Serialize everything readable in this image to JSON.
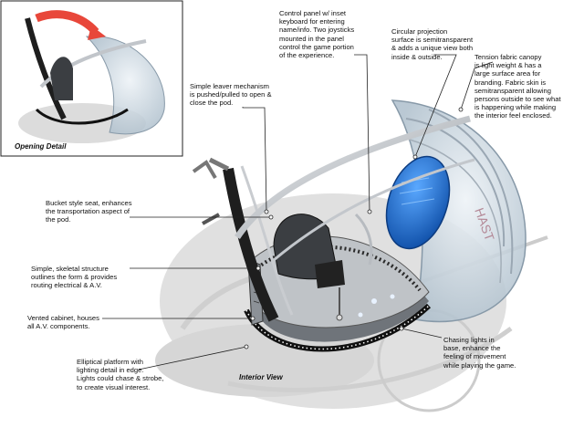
{
  "captions": {
    "opening_detail": "Opening Detail",
    "interior_view": "Interior View"
  },
  "notes": {
    "control_panel": "Control panel w/ inset\nkeyboard for entering\nname/info. Two joysticks\nmounted in the panel\ncontrol the game portion\nof the experience.",
    "lever": "Simple leaver mechanism\nis pushed/pulled to open &\nclose the pod.",
    "projection": "Circular projection\nsurface is semitransparent\n& adds a unique view both\ninside & outside.",
    "canopy": "Tension fabric canopy\nis light weight & has a\nlarge surface area for\nbranding. Fabric skin is\nsemitransparent allowing\npersons outside to see what\nis happening while making\nthe interior feel enclosed.",
    "seat": "Bucket style seat, enhances\nthe transportation aspect of\nthe pod.",
    "structure": "Simple, skeletal structure\noutlines the form & provides\nrouting electrical & A.V.",
    "cabinet": "Vented cabinet, houses\nall A.V. components.",
    "platform": "Elliptical platform with\nlighting detail in edge.\nLights could chase & strobe,\nto create visual interest.",
    "chasing": "Chasing lights in\nbase, enhance the\nfeeling of movement\nwhile playing the game."
  },
  "colors": {
    "accent_arrow": "#e8473a",
    "projection_blue": "#1f6fd6",
    "canopy_tint": "#cfdde8",
    "shadow": "#d9d9d9",
    "frame_metal": "#b8bcc2"
  }
}
